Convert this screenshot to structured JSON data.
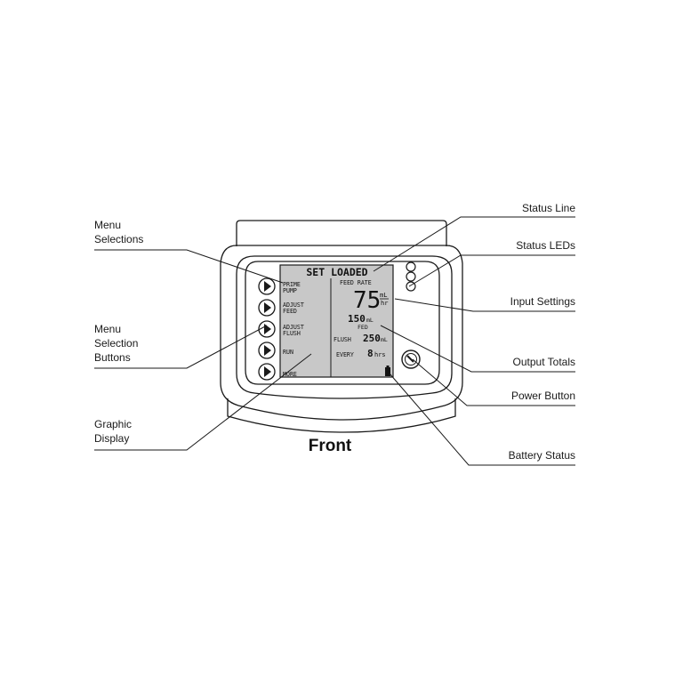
{
  "caption": "Front",
  "callouts": {
    "menu_selections": [
      "Menu",
      "Selections"
    ],
    "menu_selection_buttons": [
      "Menu",
      "Selection",
      "Buttons"
    ],
    "graphic_display": [
      "Graphic",
      "Display"
    ],
    "status_line": "Status Line",
    "status_leds": "Status LEDs",
    "input_settings": "Input Settings",
    "output_totals": "Output Totals",
    "power_button": "Power Button",
    "battery_status": "Battery Status"
  },
  "screen": {
    "status_line": "SET LOADED",
    "menu_items": [
      [
        "PRIME",
        "PUMP"
      ],
      [
        "ADJUST",
        "FEED"
      ],
      [
        "ADJUST",
        "FLUSH"
      ],
      [
        "RUN"
      ],
      [
        "MORE"
      ]
    ],
    "feed_rate_label": "FEED RATE",
    "feed_rate_value": "75",
    "feed_rate_unit_top": "mL",
    "feed_rate_unit_bottom": "hr",
    "fed_value": "150",
    "fed_unit": "mL",
    "fed_label": "FED",
    "flush_label": "FLUSH",
    "flush_value": "250",
    "flush_unit": "mL",
    "every_label": "EVERY",
    "every_value": "8",
    "every_unit": "hrs"
  },
  "colors": {
    "screen_bg": "#c8c8c8",
    "line": "#1a1a1a"
  }
}
